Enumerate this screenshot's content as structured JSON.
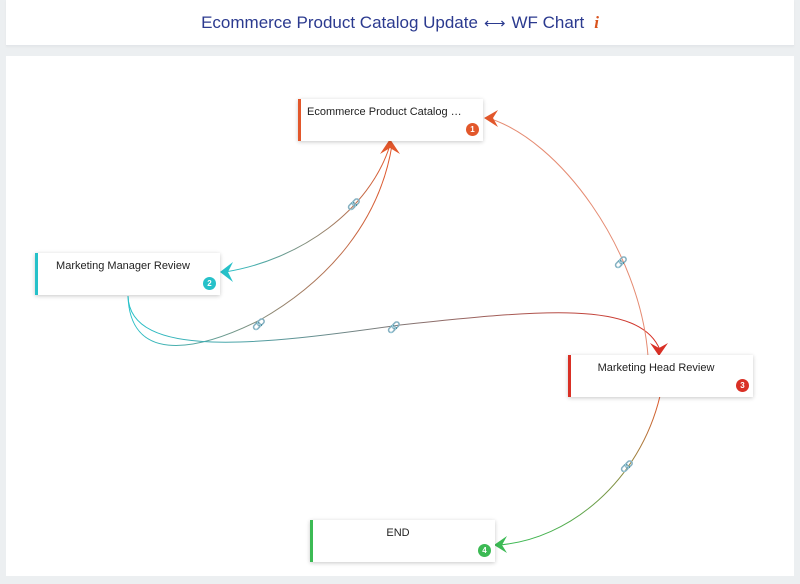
{
  "header": {
    "title": "Ecommerce Product Catalog Update",
    "connector_glyph": "⟷",
    "suffix": "WF Chart",
    "info_label": "i"
  },
  "nodes": [
    {
      "id": "n1",
      "label": "Ecommerce Product Catalog Up...",
      "badge": "1",
      "color": "#e2572b"
    },
    {
      "id": "n2",
      "label": "Marketing Manager Review",
      "badge": "2",
      "color": "#26c1c9"
    },
    {
      "id": "n3",
      "label": "Marketing Head Review",
      "badge": "3",
      "color": "#d93025"
    },
    {
      "id": "n4",
      "label": "END",
      "badge": "4",
      "color": "#3cba54"
    }
  ],
  "edges": [
    {
      "from": "n1",
      "to": "n2"
    },
    {
      "from": "n2",
      "to": "n1"
    },
    {
      "from": "n2",
      "to": "n3"
    },
    {
      "from": "n3",
      "to": "n1"
    },
    {
      "from": "n3",
      "to": "n4"
    }
  ],
  "icons": {
    "link": "link-icon",
    "info": "info-icon"
  }
}
